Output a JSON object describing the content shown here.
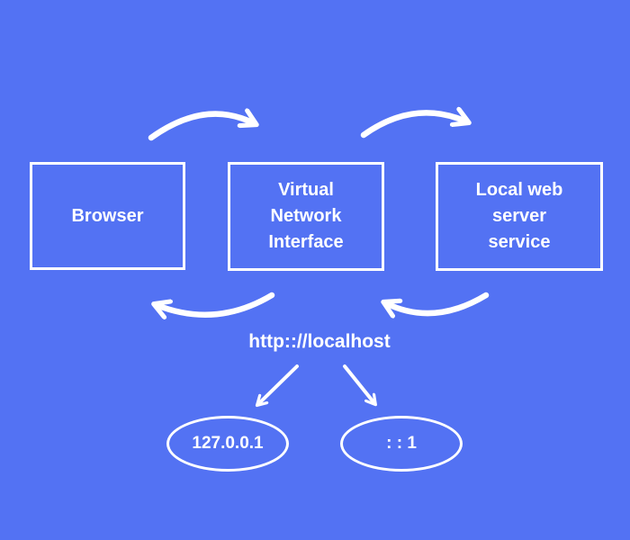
{
  "colors": {
    "background": "#5372f3",
    "foreground": "#ffffff"
  },
  "diagram": {
    "nodes": [
      {
        "label": "Browser"
      },
      {
        "label": "Virtual Network Interface"
      },
      {
        "label": "Local web server service"
      }
    ],
    "url_label": "http:://localhost",
    "addresses": [
      {
        "label": "127.0.0.1"
      },
      {
        "label": ": : 1"
      }
    ]
  }
}
